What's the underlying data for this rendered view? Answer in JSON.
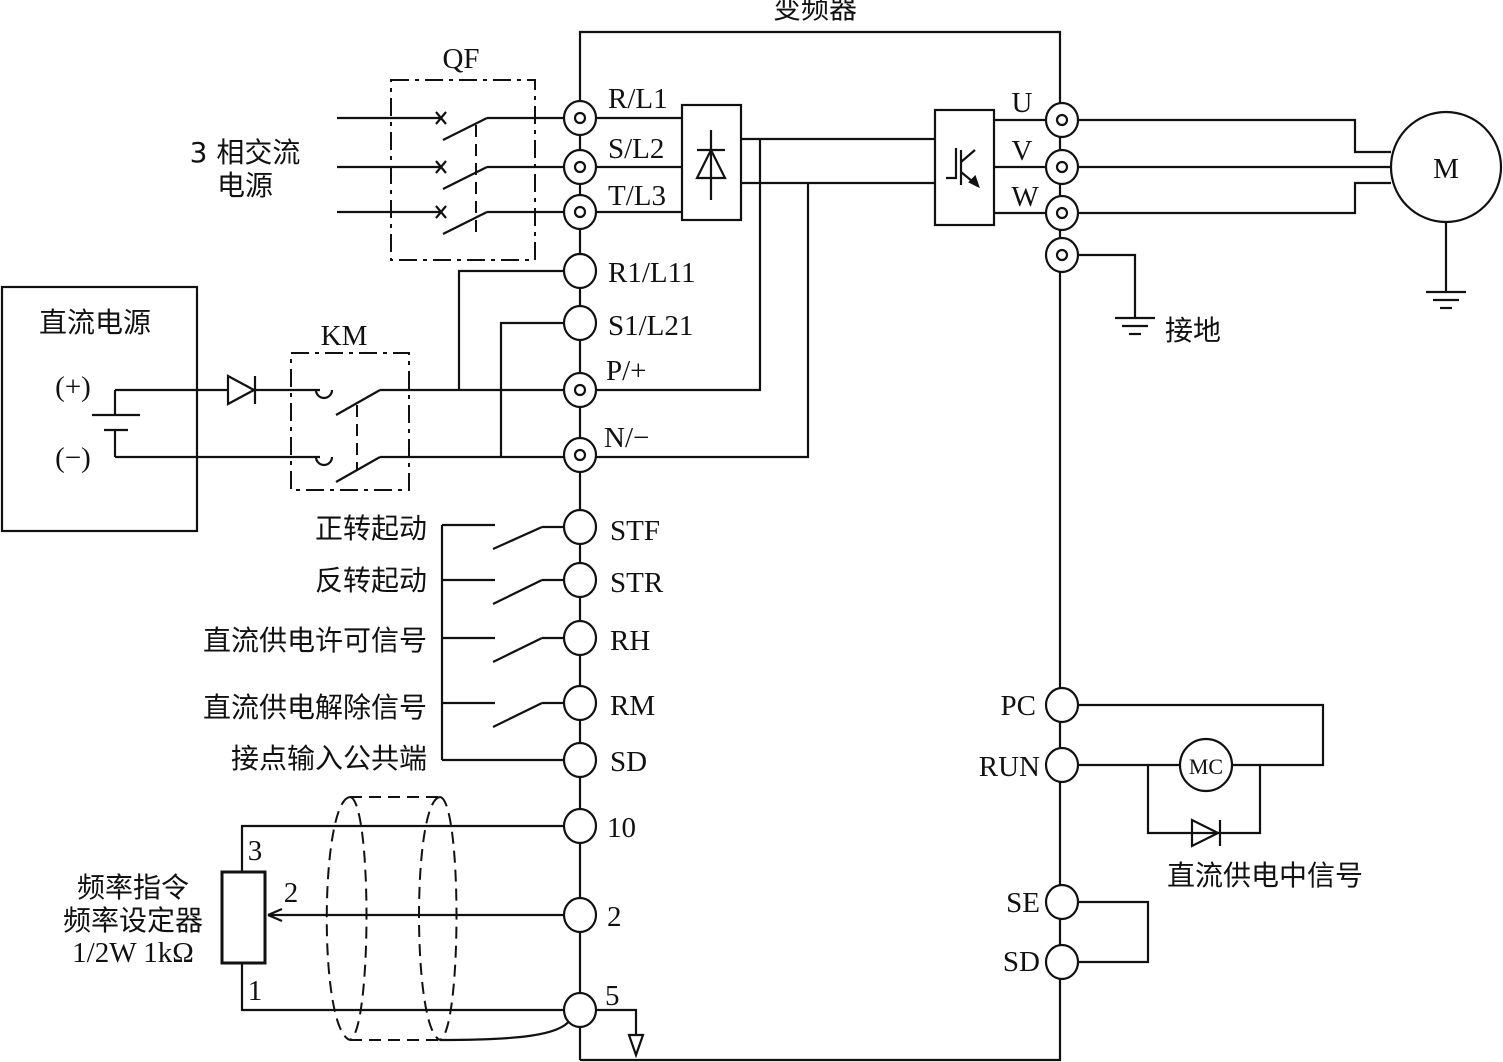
{
  "title": "变频器",
  "ac_source": {
    "line1": "3 相交流",
    "line2": "电源"
  },
  "breaker_label": "QF",
  "contactor_label": "KM",
  "dc_source": {
    "title": "直流电源",
    "plus": "(+)",
    "minus": "(−)"
  },
  "left_terminals": {
    "rl1": "R/L1",
    "sl2": "S/L2",
    "tl3": "T/L3",
    "r1l11": "R1/L11",
    "s1l21": "S1/L21",
    "p": "P/+",
    "n": "N/−",
    "stf": "STF",
    "str": "STR",
    "rh": "RH",
    "rm": "RM",
    "sd": "SD",
    "t10": "10",
    "t2": "2",
    "t5": "5"
  },
  "control_labels": {
    "stf": "正转起动",
    "str": "反转起动",
    "rh": "直流供电许可信号",
    "rm": "直流供电解除信号",
    "sd": "接点输入公共端"
  },
  "right_terminals": {
    "u": "U",
    "v": "V",
    "w": "W",
    "pc": "PC",
    "run": "RUN",
    "se": "SE",
    "sd": "SD"
  },
  "motor_label": "M",
  "ground_label": "接地",
  "relay_label": "MC",
  "relay_signal_label": "直流供电中信号",
  "potentiometer": {
    "line1": "频率指令",
    "line2": "频率设定器",
    "line3": "1/2W 1kΩ",
    "pin3": "3",
    "pin2": "2",
    "pin1": "1"
  }
}
